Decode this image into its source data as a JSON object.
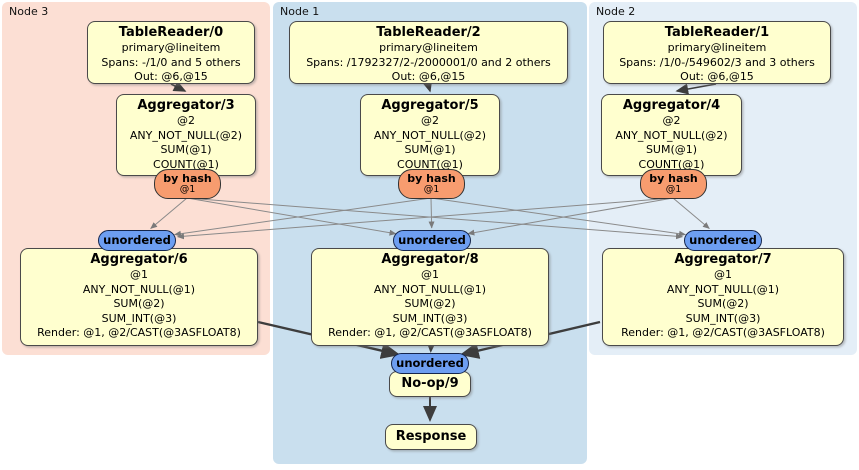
{
  "regions": [
    {
      "label": "Node 3"
    },
    {
      "label": "Node 1"
    },
    {
      "label": "Node 2"
    }
  ],
  "processors": {
    "tr0": {
      "title": "TableReader/0",
      "lines": [
        "primary@lineitem",
        "Spans: -/1/0 and 5 others",
        "Out: @6,@15"
      ]
    },
    "tr2": {
      "title": "TableReader/2",
      "lines": [
        "primary@lineitem",
        "Spans: /1792327/2-/2000001/0 and 2 others",
        "Out: @6,@15"
      ]
    },
    "tr1": {
      "title": "TableReader/1",
      "lines": [
        "primary@lineitem",
        "Spans: /1/0-/549602/3 and 3 others",
        "Out: @6,@15"
      ]
    },
    "agg3": {
      "title": "Aggregator/3",
      "lines": [
        "@2",
        "ANY_NOT_NULL(@2)",
        "SUM(@1)",
        "COUNT(@1)"
      ]
    },
    "agg5": {
      "title": "Aggregator/5",
      "lines": [
        "@2",
        "ANY_NOT_NULL(@2)",
        "SUM(@1)",
        "COUNT(@1)"
      ]
    },
    "agg4": {
      "title": "Aggregator/4",
      "lines": [
        "@2",
        "ANY_NOT_NULL(@2)",
        "SUM(@1)",
        "COUNT(@1)"
      ]
    },
    "agg6": {
      "title": "Aggregator/6",
      "lines": [
        "@1",
        "ANY_NOT_NULL(@1)",
        "SUM(@2)",
        "SUM_INT(@3)",
        "Render: @1, @2/CAST(@3ASFLOAT8)"
      ]
    },
    "agg8": {
      "title": "Aggregator/8",
      "lines": [
        "@1",
        "ANY_NOT_NULL(@1)",
        "SUM(@2)",
        "SUM_INT(@3)",
        "Render: @1, @2/CAST(@3ASFLOAT8)"
      ]
    },
    "agg7": {
      "title": "Aggregator/7",
      "lines": [
        "@1",
        "ANY_NOT_NULL(@1)",
        "SUM(@2)",
        "SUM_INT(@3)",
        "Render: @1, @2/CAST(@3ASFLOAT8)"
      ]
    },
    "noop": {
      "title": "No-op/9"
    },
    "response": {
      "title": "Response"
    }
  },
  "router": {
    "label": "by hash",
    "stream": "@1"
  },
  "sync": {
    "label": "unordered"
  },
  "colors": {
    "region_node3": "#fcdfd4",
    "region_node1": "#c9dfee",
    "region_node2": "#e4eef7",
    "box_fill": "#ffffcf",
    "box_border": "#4a4a4a",
    "router_fill": "#f79c6f",
    "sync_fill": "#6d9ef1",
    "edge_thin": "#8a8a8a",
    "edge_thick": "#3d3d3d"
  }
}
